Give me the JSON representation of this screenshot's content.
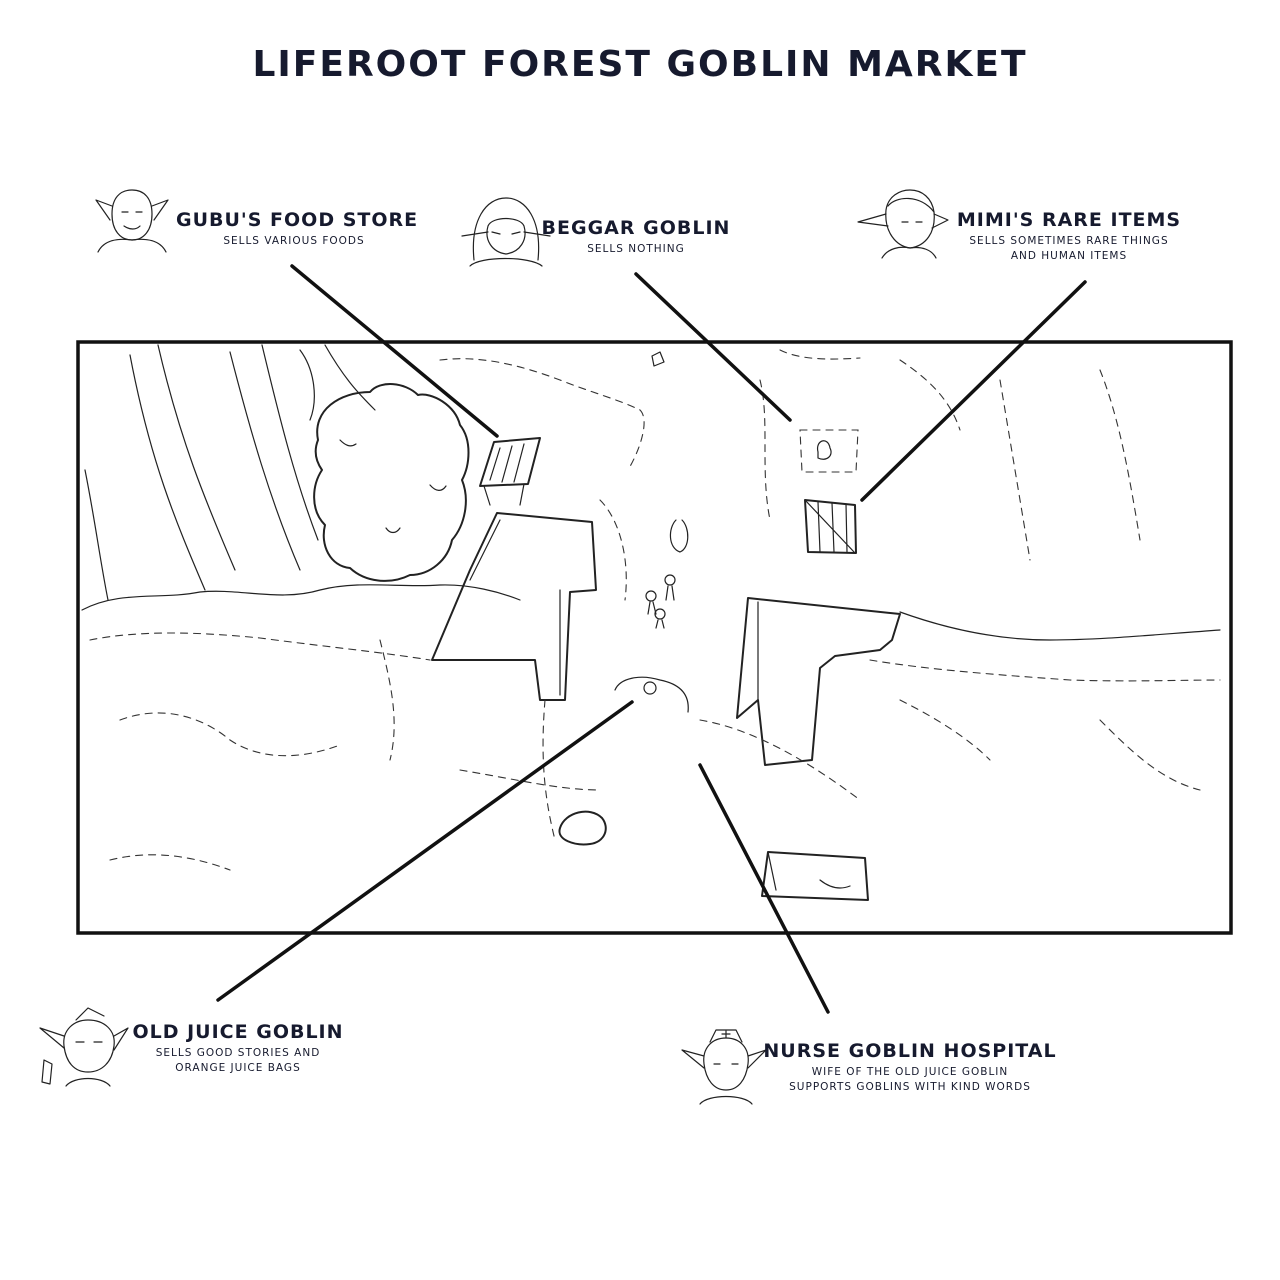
{
  "title": "LIFEROOT FOREST GOBLIN MARKET",
  "locations": [
    {
      "id": "gubu",
      "name": "GUBU'S FOOD STORE",
      "desc": [
        "SELLS VARIOUS FOODS"
      ],
      "icon": "goblin-bald-portrait-icon"
    },
    {
      "id": "beggar",
      "name": "BEGGAR GOBLIN",
      "desc": [
        "SELLS NOTHING"
      ],
      "icon": "goblin-hooded-portrait-icon"
    },
    {
      "id": "mimi",
      "name": "MIMI'S RARE ITEMS",
      "desc": [
        "SELLS SOMETIMES RARE THINGS",
        "AND HUMAN ITEMS"
      ],
      "icon": "goblin-girl-portrait-icon"
    },
    {
      "id": "juice",
      "name": "OLD JUICE GOBLIN",
      "desc": [
        "SELLS GOOD STORIES AND",
        "ORANGE JUICE BAGS"
      ],
      "icon": "goblin-old-portrait-icon"
    },
    {
      "id": "nurse",
      "name": "NURSE GOBLIN HOSPITAL",
      "desc": [
        "WIFE OF THE OLD JUICE GOBLIN",
        "SUPPORTS GOBLINS WITH KIND WORDS"
      ],
      "icon": "goblin-nurse-portrait-icon"
    }
  ],
  "colors": {
    "ink": "#161a2e",
    "paper": "#ffffff"
  }
}
